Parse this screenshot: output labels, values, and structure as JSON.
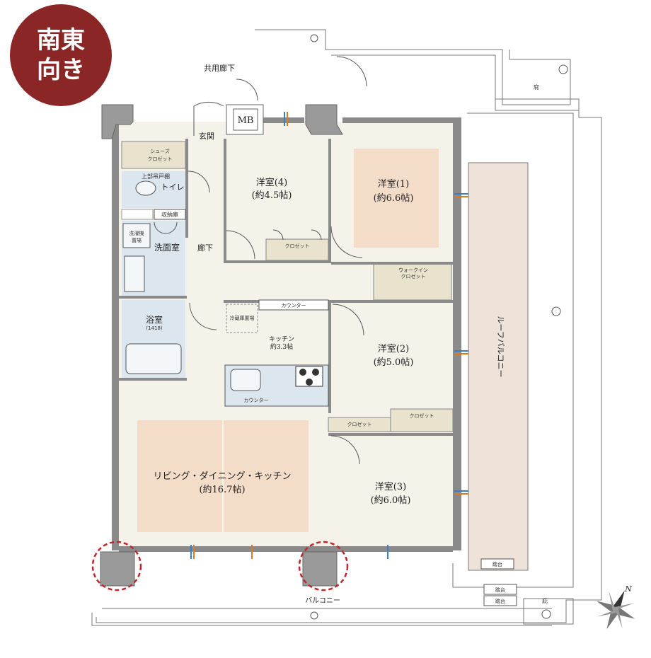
{
  "badge": {
    "line1": "南東",
    "line2": "向き",
    "color": "#8b2626"
  },
  "labels": {
    "corridor_common": "共用廊下",
    "mb": "MB",
    "genkan": "玄関",
    "shoes_closet_1": "シューズ",
    "shoes_closet_2": "クロゼット",
    "upper_cabinet": "上部吊戸棚",
    "toilet": "トイレ",
    "storage": "収納庫",
    "washer_1": "洗濯機",
    "washer_2": "置場",
    "washroom": "洗面室",
    "hallway": "廊下",
    "bathroom": "浴室",
    "bath_size": "(1418)",
    "fridge": "冷蔵庫置場",
    "counter_top": "カウンター",
    "counter_bottom": "カウンター",
    "kitchen_1": "キッチン",
    "kitchen_2": "約3.3帖",
    "room4_name": "洋室(4)",
    "room4_size": "(約4.5帖)",
    "room4_closet": "クロゼット",
    "room1_name": "洋室(1)",
    "room1_size": "(約6.6帖)",
    "walkin_1": "ウォークイン",
    "walkin_2": "クロゼット",
    "room2_name": "洋室(2)",
    "room2_size": "(約5.0帖)",
    "closet_a": "クロゼット",
    "closet_b": "クロゼット",
    "room3_name": "洋室(3)",
    "room3_size": "(約6.0帖)",
    "ldk_name": "リビング・ダイニング・キッチン",
    "ldk_size": "(約16.7帖)",
    "balcony": "バルコニー",
    "roof_balcony": "ルーフバルコニー",
    "eaves_top": "庇",
    "eaves_bottom": "庇",
    "step_1": "踏台",
    "step_2": "踏台",
    "step_3": "踏台",
    "north": "N"
  },
  "colors": {
    "wall": "#8a8a8a",
    "floor": "#f5f2ea",
    "wet_area": "#dbe6ef",
    "closet": "#e9e2cc",
    "carpet": "#f3dcc8",
    "roof_balcony": "#eee2d9",
    "line": "#555555",
    "marker": "#c0272d"
  }
}
